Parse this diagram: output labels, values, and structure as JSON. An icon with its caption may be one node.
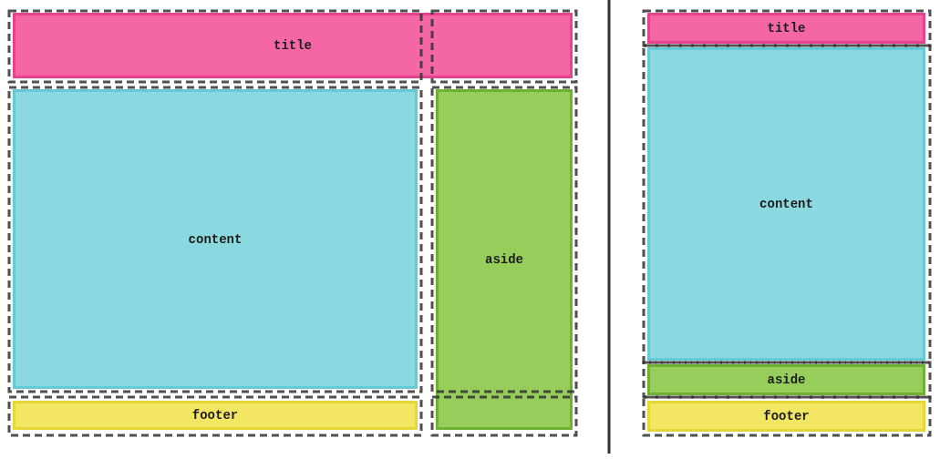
{
  "diagram": {
    "nodes": [
      {
        "text": [
          "title"
        ]
      },
      {
        "text": [
          "content"
        ]
      },
      {
        "text": [
          "aside"
        ]
      },
      {
        "text": [
          "footer"
        ]
      },
      {
        "text": [
          "title"
        ]
      },
      {
        "text": [
          "content"
        ]
      },
      {
        "text": [
          "aside"
        ]
      },
      {
        "text": [
          "footer"
        ]
      }
    ]
  }
}
